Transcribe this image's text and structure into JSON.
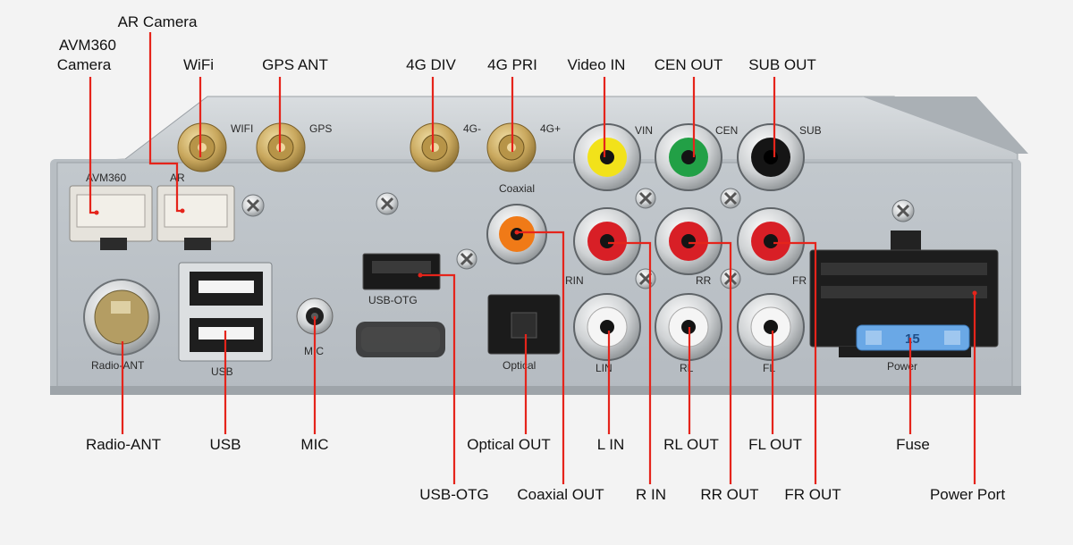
{
  "callouts": {
    "avm360_line1": "AVM360",
    "avm360_line2": "Camera",
    "ar_camera": "AR Camera",
    "wifi": "WiFi",
    "gps_ant": "GPS ANT",
    "g4_div": "4G DIV",
    "g4_pri": "4G PRI",
    "video_in": "Video IN",
    "cen_out": "CEN OUT",
    "sub_out": "SUB OUT",
    "radio_ant": "Radio-ANT",
    "usb": "USB",
    "mic": "MIC",
    "usb_otg": "USB-OTG",
    "optical_out": "Optical OUT",
    "coaxial_out": "Coaxial OUT",
    "l_in": "L IN",
    "r_in": "R IN",
    "rl_out": "RL OUT",
    "rr_out": "RR OUT",
    "fl_out": "FL OUT",
    "fr_out": "FR OUT",
    "fuse": "Fuse",
    "power_port": "Power Port"
  },
  "panel": {
    "wifi": "WIFI",
    "gps": "GPS",
    "g4_minus": "4G-",
    "g4_plus": "4G+",
    "vin": "VIN",
    "cen": "CEN",
    "sub": "SUB",
    "avm360": "AVM360",
    "ar": "AR",
    "coaxial": "Coaxial",
    "usb_otg": "USB-OTG",
    "rin": "RIN",
    "rr": "RR",
    "fr": "FR",
    "radio_ant": "Radio-ANT",
    "usb": "USB",
    "mic": "MIC",
    "optical": "Optical",
    "lin": "LIN",
    "rl": "RL",
    "fl": "FL",
    "power": "Power",
    "fuse_value": "15"
  },
  "colors": {
    "background": "#f3f3f3",
    "chassis": "#cfd4d8",
    "leader_line": "#e5241b",
    "rca_yellow": "#f2e21a",
    "rca_green": "#22a046",
    "rca_black": "#151515",
    "rca_orange": "#f07a17",
    "rca_red": "#d81f26",
    "rca_white": "#f5f5f5",
    "fuse_blue": "#6aa8e6",
    "gold": "#c9a85e"
  }
}
